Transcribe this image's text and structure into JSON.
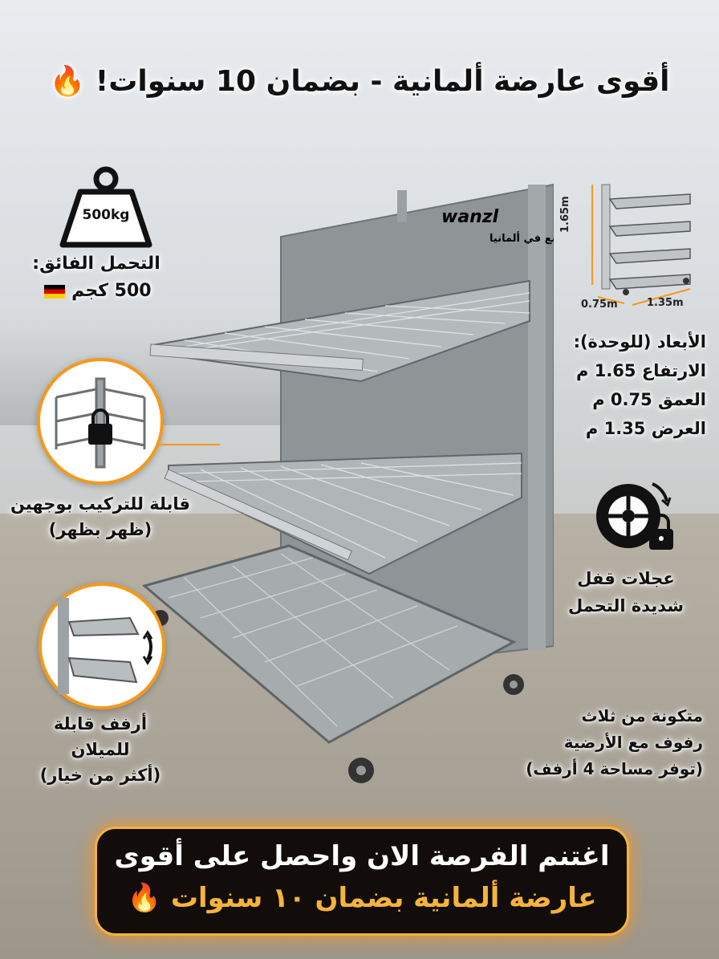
{
  "title": "أقوى عارضة ألمانية - بضمان 10 سنوات! 🔥",
  "weight": {
    "badge": "500kg",
    "line1": "التحمل الفائق:",
    "line2": "500 كجم"
  },
  "dual_mount": {
    "line1": "قابلة للتركيب بوجهين",
    "line2": "(ظهر بظهر)"
  },
  "tilt": {
    "line1": "أرفف قابلة",
    "line2": "للميلان",
    "line3": "(أكثر من خيار)"
  },
  "dimensions": {
    "height_mark": "1.65m",
    "depth_mark": "0.75m",
    "width_mark": "1.35m",
    "heading": "الأبعاد (للوحدة):",
    "height": "الارتفاع 1.65 م",
    "depth": "العمق 0.75 م",
    "width": "العرض 1.35 م"
  },
  "wheels": {
    "line1": "عجلات قفل",
    "line2": "شديدة التحمل"
  },
  "shelves": {
    "line1": "متكونة من ثلاث",
    "line2": "رفوف مع الأرضية",
    "line3": "(توفر مساحة 4 أرفف)"
  },
  "product": {
    "brand": "wanzl",
    "made_in": "صنع في ألمانيا"
  },
  "cta": {
    "line1": "اغتنم الفرصة الان واحصل على أقوى",
    "line2": "عارضة ألمانية بضمان ١٠ سنوات 🔥"
  },
  "colors": {
    "accent": "#f29a1c",
    "cta_text": "#f6b33c",
    "brand_blue": "#1d5ea8"
  }
}
